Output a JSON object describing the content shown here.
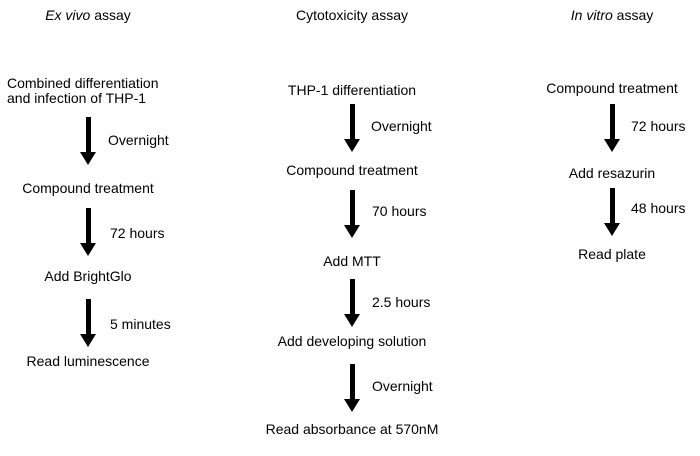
{
  "page": {
    "background": "#ffffff",
    "text_color": "#000000",
    "arrow_color": "#000000"
  },
  "columns": [
    {
      "title_italic": "Ex vivo",
      "title_rest": " assay",
      "steps": [
        "Combined differentiation\nand infection of THP-1",
        "Compound treatment",
        "Add BrightGlo",
        "Read luminescence"
      ],
      "durations": [
        "Overnight",
        "72 hours",
        "5 minutes"
      ]
    },
    {
      "title_italic": "",
      "title_rest": "Cytotoxicity assay",
      "steps": [
        "THP-1 differentiation",
        "Compound treatment",
        "Add MTT",
        "Add developing solution",
        "Read absorbance at 570nM"
      ],
      "durations": [
        "Overnight",
        "70 hours",
        "2.5 hours",
        "Overnight"
      ]
    },
    {
      "title_italic": "In vitro",
      "title_rest": " assay",
      "steps": [
        "Compound treatment",
        "Add resazurin",
        "Read plate"
      ],
      "durations": [
        "72 hours",
        "48 hours"
      ]
    }
  ]
}
